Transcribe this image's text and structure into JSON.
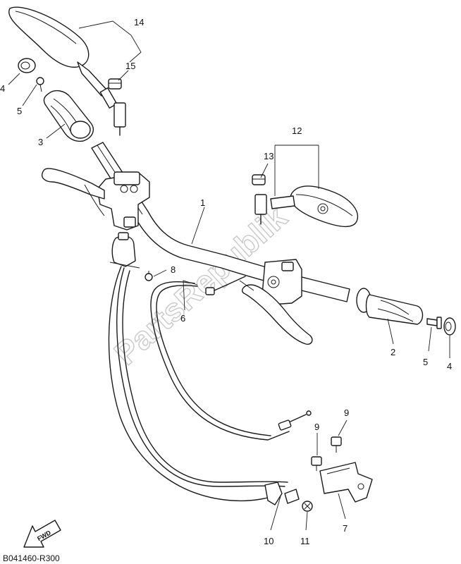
{
  "diagram": {
    "drawing_code": "B041460-R300",
    "watermark": "PartsRepublik",
    "fwd_label": "FWD",
    "callouts": [
      "14",
      "15",
      "4",
      "5",
      "3",
      "12",
      "13",
      "1",
      "8",
      "6",
      "2",
      "5",
      "4",
      "9",
      "9",
      "10",
      "11",
      "7"
    ]
  }
}
